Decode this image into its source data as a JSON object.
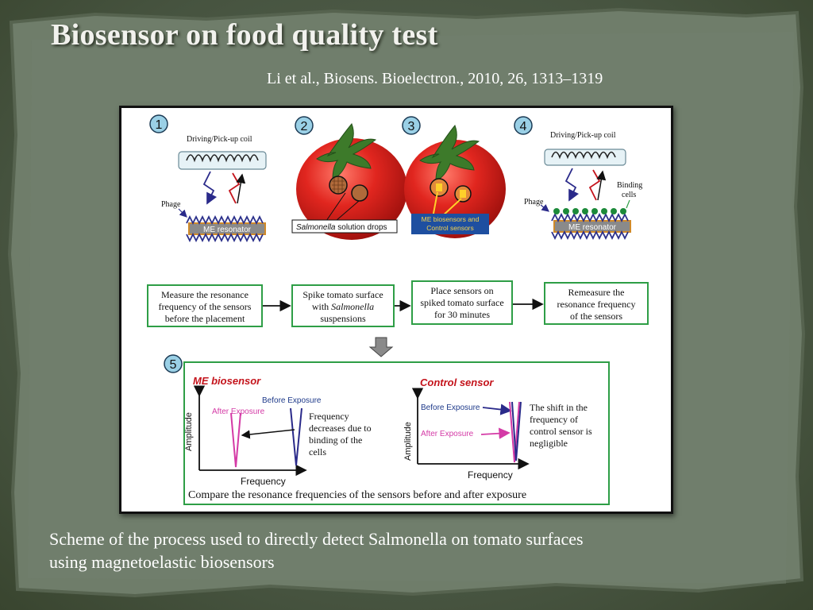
{
  "slide": {
    "title": "Biosensor on food quality test",
    "citation": "Li et al., Biosens. Bioelectron., 2010, 26, 1313–1319",
    "caption_line1": "Scheme of the process used to directly detect Salmonella on tomato surfaces",
    "caption_line2": "using magnetoelastic biosensors"
  },
  "figure": {
    "steps": [
      "1",
      "2",
      "3",
      "4",
      "5"
    ],
    "panel1": {
      "coil": "Driving/Pick-up coil",
      "phage": "Phage",
      "resonator": "ME resonator"
    },
    "panel2": {
      "label_italic": "Salmonella",
      "label_rest": " solution drops"
    },
    "panel3": {
      "label_line1": "ME biosensors and",
      "label_line2": "Control sensors"
    },
    "panel4": {
      "coil": "Driving/Pick-up coil",
      "binding_line1": "Binding",
      "binding_line2": "cells",
      "phage": "Phage",
      "resonator": "ME resonator"
    },
    "flow": [
      {
        "line1": "Measure the resonance",
        "line2": "frequency of the sensors",
        "line3": "before the placement"
      },
      {
        "line1": "Spike tomato surface",
        "line2_pre": "with ",
        "line2_italic": "Salmonella",
        "line3": "suspensions"
      },
      {
        "line1": "Place sensors on",
        "line2": "spiked tomato surface",
        "line3": "for 30 minutes"
      },
      {
        "line1": "Remeasure the",
        "line2": "resonance frequency",
        "line3": "of the sensors"
      }
    ],
    "panel5": {
      "me_title": "ME biosensor",
      "before": "Before Exposure",
      "after": "After Exposure",
      "amplitude": "Amplitude",
      "frequency": "Frequency",
      "me_note": [
        "Frequency",
        "decreases due to",
        "binding of the",
        "cells"
      ],
      "control_title": "Control sensor",
      "control_note": [
        "The shift in the",
        "frequency of",
        "control sensor is",
        "negligible"
      ],
      "compare": "Compare the resonance frequencies of the sensors before and after exposure"
    },
    "colors": {
      "tomato": "#d8201c",
      "stem": "#3d7a2a",
      "box_border": "#2e9e46",
      "resonator": "#8a8a8a",
      "phage": "#2a2f8a",
      "step_badge": "#9ad0e6",
      "me_title": "#c4131b",
      "after_line": "#d43aa6",
      "before_line": "#2a2a8a"
    }
  }
}
